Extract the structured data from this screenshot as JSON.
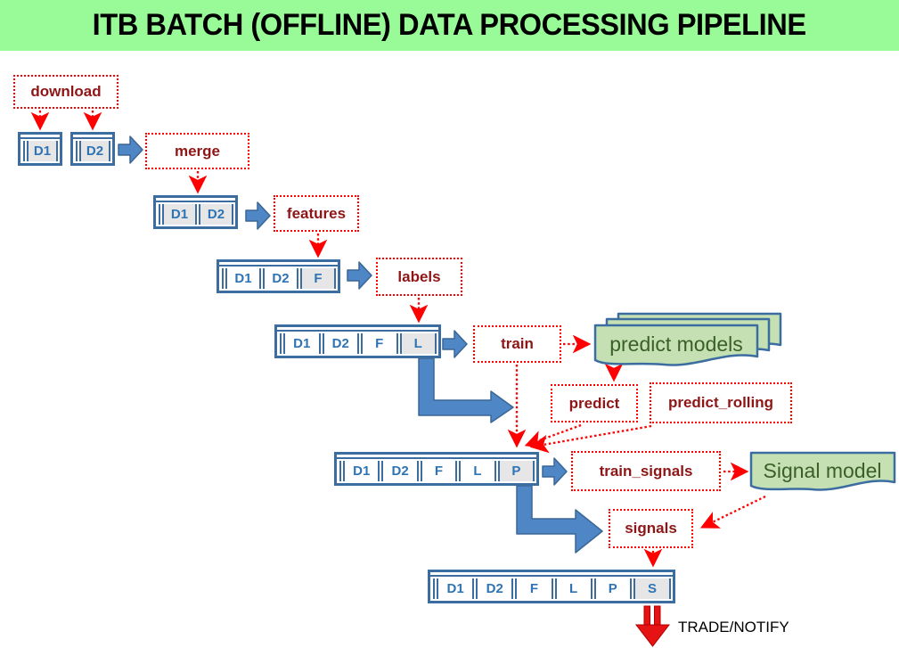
{
  "header": {
    "title": "ITB BATCH (OFFLINE) DATA PROCESSING PIPELINE"
  },
  "steps": {
    "download": "download",
    "merge": "merge",
    "features": "features",
    "labels": "labels",
    "train": "train",
    "predict": "predict",
    "predict_rolling": "predict_rolling",
    "train_signals": "train_signals",
    "signals": "signals"
  },
  "models": {
    "predict_models": "predict models",
    "signal_model": "Signal model"
  },
  "tables": {
    "row1a": {
      "cells": [
        "D1"
      ]
    },
    "row1b": {
      "cells": [
        "D2"
      ]
    },
    "row2": {
      "cells": [
        "D1",
        "D2"
      ]
    },
    "row3": {
      "cells": [
        "D1",
        "D2",
        "F"
      ]
    },
    "row4": {
      "cells": [
        "D1",
        "D2",
        "F",
        "L"
      ]
    },
    "row5": {
      "cells": [
        "D1",
        "D2",
        "F",
        "L",
        "P"
      ]
    },
    "row6": {
      "cells": [
        "D1",
        "D2",
        "F",
        "L",
        "P",
        "S"
      ]
    }
  },
  "footer": {
    "trade_label": "TRADE/NOTIFY"
  },
  "colors": {
    "banner_green": "#98FB98",
    "connector_red": "#FF0000",
    "step_text_dark_red": "#8E1616",
    "table_border_blue": "#3C6DA0",
    "cell_text_blue": "#2E74B5",
    "cell_highlight_gray": "#E7E6E6",
    "block_arrow_blue": "#4F86C6",
    "model_fill_green": "#C5E0B3",
    "model_text_green": "#3A5F27",
    "trade_arrow_red": "#E51313"
  }
}
